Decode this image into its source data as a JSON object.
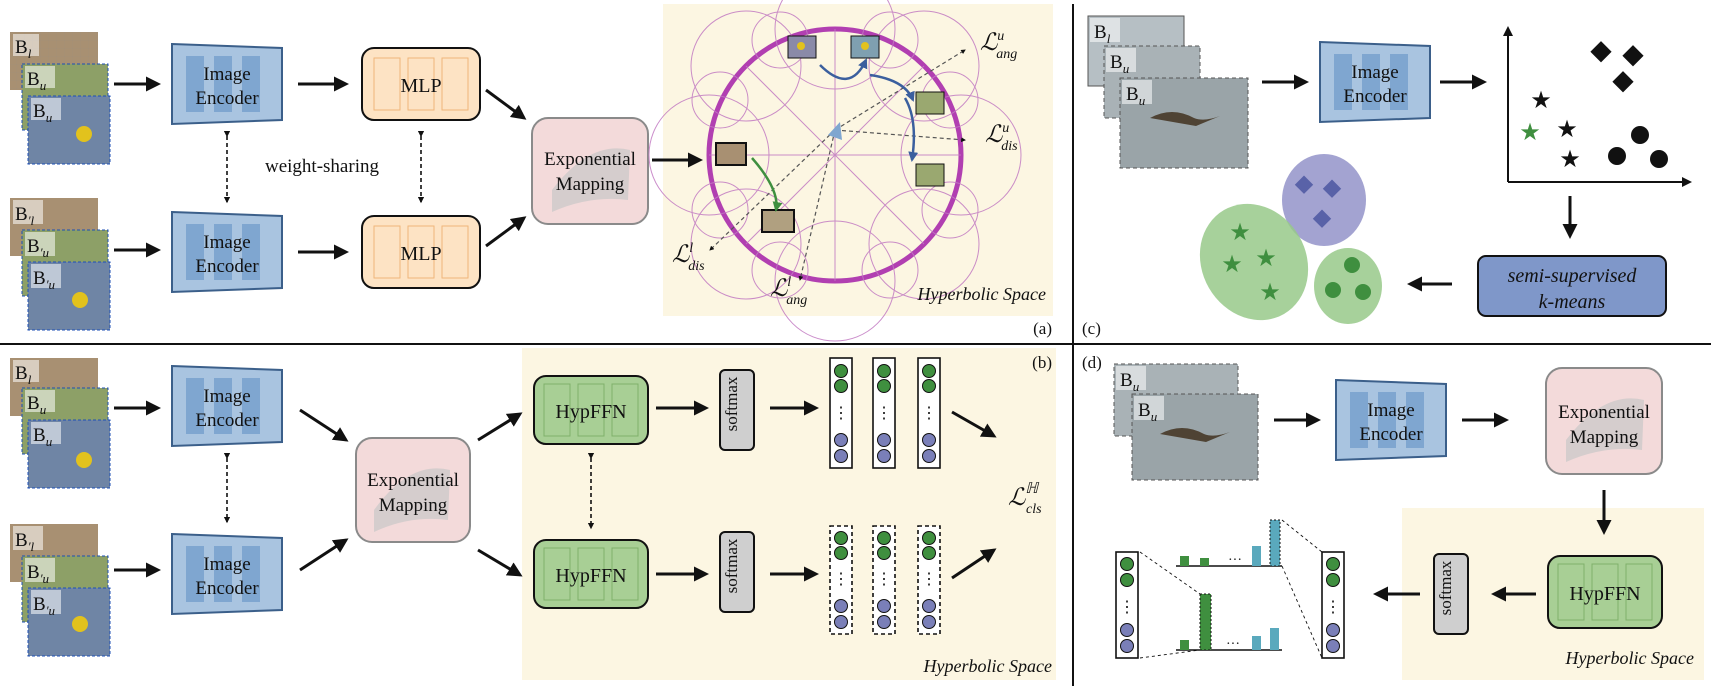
{
  "panels": {
    "a": {
      "label": "(a)",
      "batch_labels_top": [
        "B",
        "B",
        "B"
      ],
      "batch_subs_top": [
        "l",
        "u",
        "u"
      ],
      "batch_labels_bottom": [
        "B",
        "B",
        "B"
      ],
      "batch_subs_bottom": [
        "l",
        "u",
        "u"
      ],
      "encoder_line1": "Image",
      "encoder_line2": "Encoder",
      "mlp": "MLP",
      "weight_sharing": "weight-sharing",
      "exp_line1": "Exponential",
      "exp_line2": "Mapping",
      "space": "Hyperbolic Space",
      "loss_letter": "ℒ",
      "loss_ang_u_sup": "u",
      "loss_ang_u_sub": "ang",
      "loss_dis_u_sup": "u",
      "loss_dis_u_sub": "dis",
      "loss_dis_l_sup": "l",
      "loss_dis_l_sub": "dis",
      "loss_ang_l_sup": "l",
      "loss_ang_l_sub": "ang"
    },
    "b": {
      "label": "(b)",
      "encoder_line1": "Image",
      "encoder_line2": "Encoder",
      "exp_line1": "Exponential",
      "exp_line2": "Mapping",
      "hypffn": "HypFFN",
      "softmax": "softmax",
      "loss_letter": "ℒ",
      "loss_sup": "ℍ",
      "loss_sub": "cls",
      "space": "Hyperbolic Space"
    },
    "c": {
      "label": "(c)",
      "encoder_line1": "Image",
      "encoder_line2": "Encoder",
      "kmeans_line1": "semi-supervised",
      "kmeans_line2": "k-means"
    },
    "d": {
      "label": "(d)",
      "encoder_line1": "Image",
      "encoder_line2": "Encoder",
      "exp_line1": "Exponential",
      "exp_line2": "Mapping",
      "hypffn": "HypFFN",
      "softmax": "softmax",
      "space": "Hyperbolic Space"
    }
  },
  "colors": {
    "encoder_fill": "#a9c4e0",
    "encoder_inner": "#7fa6d0",
    "encoder_stroke": "#3b5f8a",
    "mlp_fill": "#fde3c4",
    "exp_fill": "#f3dada",
    "hyp_fill": "#a8cf95",
    "hyp_bg": "#fcf6e2",
    "disk": "#b13fb1",
    "green_dot": "#3f8f3f",
    "blue_dot": "#7a7fb8",
    "teal_bar": "#5aa9bd",
    "kmeans_fill": "#7f97c9"
  }
}
